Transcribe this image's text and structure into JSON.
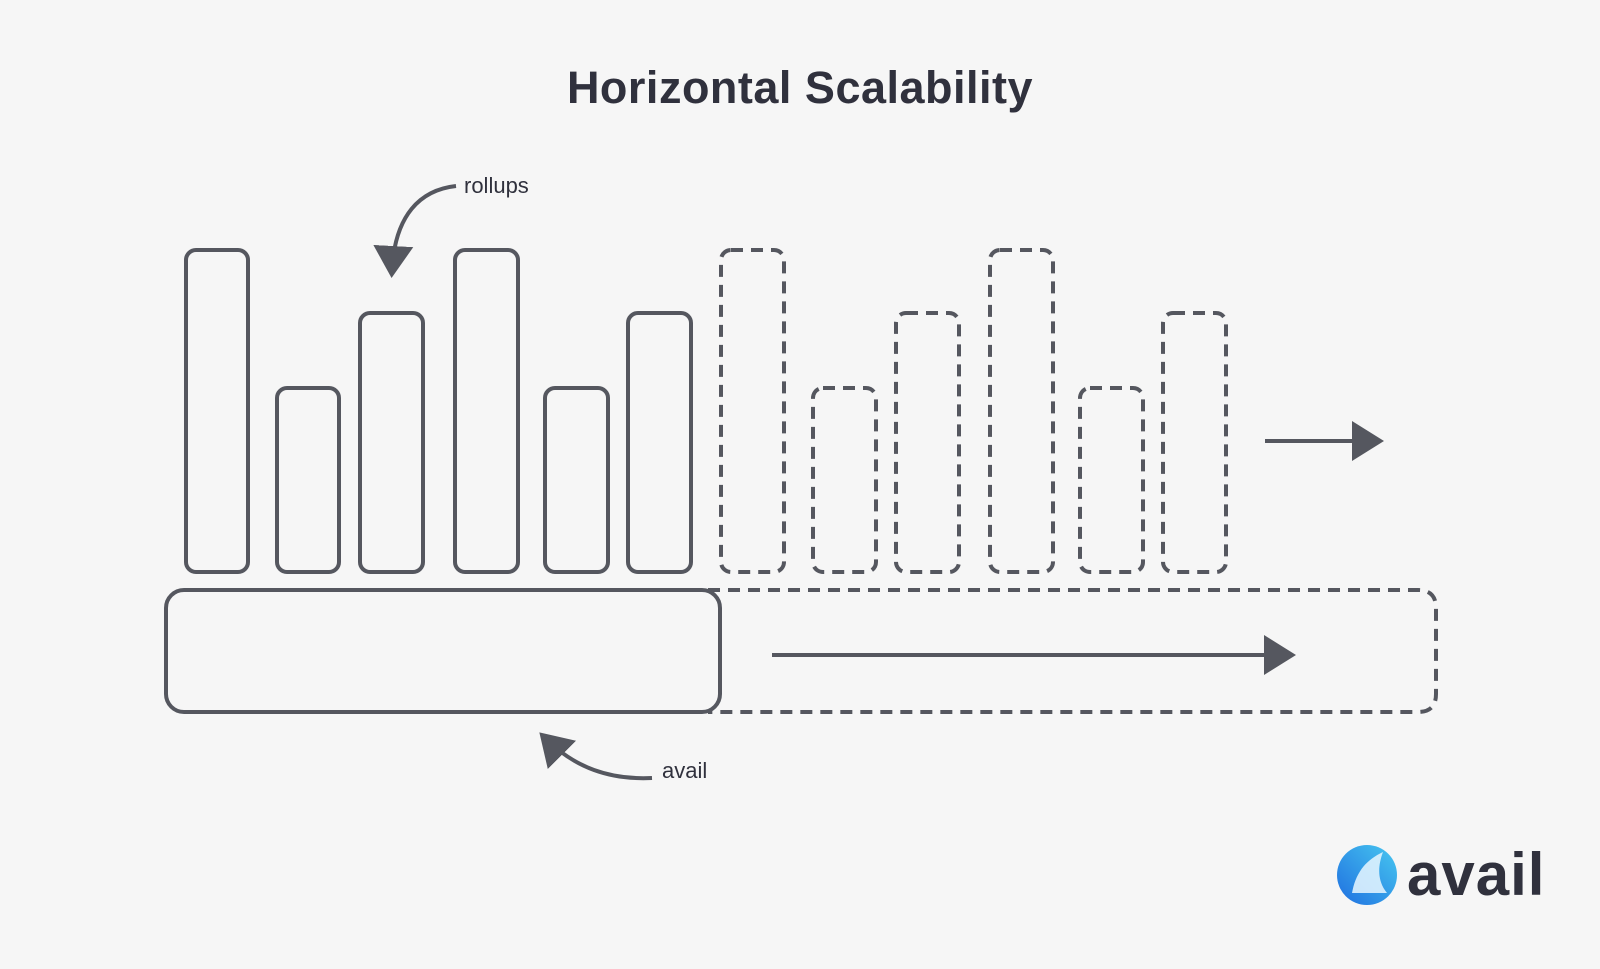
{
  "title": "Horizontal Scalability",
  "labels": {
    "rollups": "rollups",
    "avail": "avail"
  },
  "logo": {
    "text": "avail",
    "icon": "avail-logo-icon"
  },
  "colors": {
    "background": "#f6f6f6",
    "stroke": "#55575f",
    "text": "#30313d",
    "logo_gradient": [
      "#1f6fe0",
      "#47c8f0"
    ]
  },
  "diagram": {
    "existing_rollups": 6,
    "future_rollups_dashed": 6,
    "base_layer": "avail",
    "expansion_arrows": 2
  }
}
